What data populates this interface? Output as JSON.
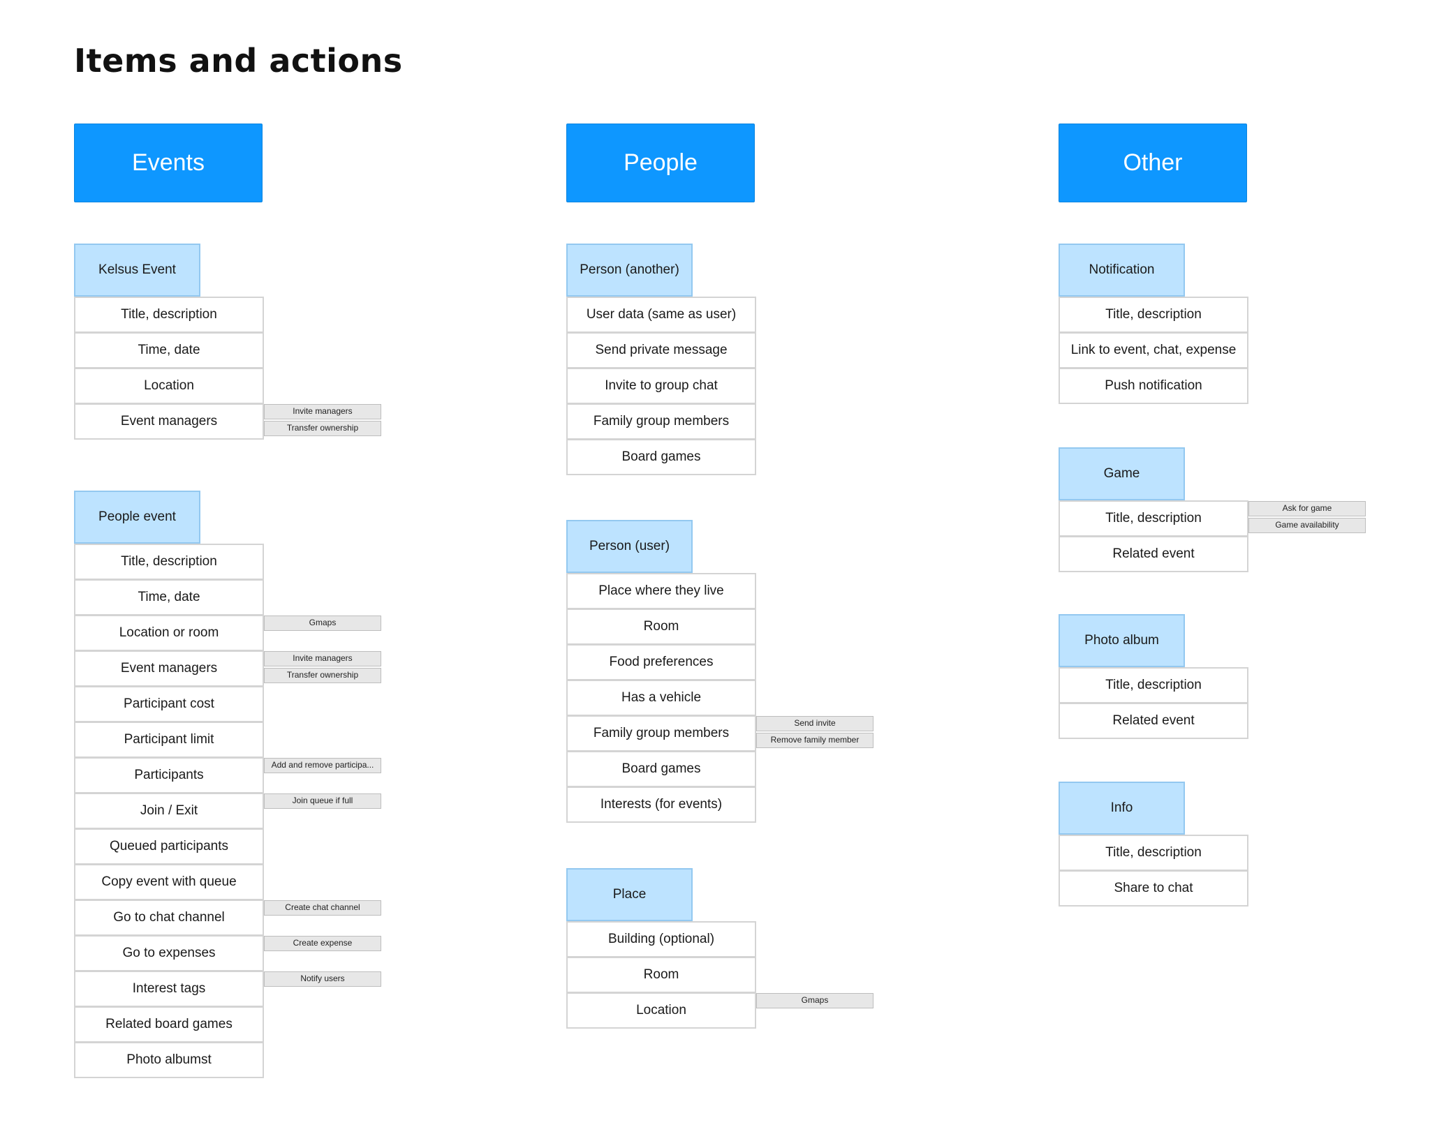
{
  "title": "Items and actions",
  "columns": [
    {
      "header": "Events",
      "groups": [
        {
          "title": "Kelsus Event",
          "rows": [
            {
              "label": "Title, description",
              "actions": []
            },
            {
              "label": "Time, date",
              "actions": []
            },
            {
              "label": "Location",
              "actions": []
            },
            {
              "label": "Event managers",
              "actions": [
                "Invite managers",
                "Transfer ownership"
              ]
            }
          ]
        },
        {
          "title": "People event",
          "rows": [
            {
              "label": "Title, description",
              "actions": []
            },
            {
              "label": "Time, date",
              "actions": []
            },
            {
              "label": "Location or room",
              "actions": [
                "Gmaps"
              ]
            },
            {
              "label": "Event managers",
              "actions": [
                "Invite managers",
                "Transfer ownership"
              ]
            },
            {
              "label": "Participant cost",
              "actions": []
            },
            {
              "label": "Participant limit",
              "actions": []
            },
            {
              "label": "Participants",
              "actions": [
                "Add and remove participa..."
              ]
            },
            {
              "label": "Join / Exit",
              "actions": [
                "Join queue if full"
              ]
            },
            {
              "label": "Queued participants",
              "actions": []
            },
            {
              "label": "Copy event with queue",
              "actions": []
            },
            {
              "label": "Go to chat channel",
              "actions": [
                "Create chat channel"
              ]
            },
            {
              "label": "Go to expenses",
              "actions": [
                "Create expense"
              ]
            },
            {
              "label": "Interest tags",
              "actions": [
                "Notify users"
              ]
            },
            {
              "label": "Related board games",
              "actions": []
            },
            {
              "label": "Photo albumst",
              "actions": []
            }
          ]
        }
      ]
    },
    {
      "header": "People",
      "groups": [
        {
          "title": "Person (another)",
          "rows": [
            {
              "label": "User data (same as user)",
              "actions": []
            },
            {
              "label": "Send private message",
              "actions": []
            },
            {
              "label": "Invite to group chat",
              "actions": []
            },
            {
              "label": "Family group members",
              "actions": []
            },
            {
              "label": "Board games",
              "actions": []
            }
          ]
        },
        {
          "title": "Person (user)",
          "rows": [
            {
              "label": "Place where they live",
              "actions": []
            },
            {
              "label": "Room",
              "actions": []
            },
            {
              "label": "Food preferences",
              "actions": []
            },
            {
              "label": "Has a vehicle",
              "actions": []
            },
            {
              "label": "Family group members",
              "actions": [
                "Send invite",
                "Remove family member"
              ]
            },
            {
              "label": "Board games",
              "actions": []
            },
            {
              "label": "Interests (for events)",
              "actions": []
            }
          ]
        },
        {
          "title": "Place",
          "rows": [
            {
              "label": "Building (optional)",
              "actions": []
            },
            {
              "label": "Room",
              "actions": []
            },
            {
              "label": "Location",
              "actions": [
                "Gmaps"
              ]
            }
          ]
        }
      ]
    },
    {
      "header": "Other",
      "groups": [
        {
          "title": "Notification",
          "rows": [
            {
              "label": "Title, description",
              "actions": []
            },
            {
              "label": "Link to event, chat, expense",
              "actions": []
            },
            {
              "label": "Push notification",
              "actions": []
            }
          ]
        },
        {
          "title": "Game",
          "rows": [
            {
              "label": "Title, description",
              "actions": [
                "Ask for game",
                "Game availability"
              ]
            },
            {
              "label": "Related event",
              "actions": []
            }
          ]
        },
        {
          "title": "Photo album",
          "rows": [
            {
              "label": "Title, description",
              "actions": []
            },
            {
              "label": "Related event",
              "actions": []
            }
          ]
        },
        {
          "title": "Info",
          "rows": [
            {
              "label": "Title, description",
              "actions": []
            },
            {
              "label": "Share to chat",
              "actions": []
            }
          ]
        }
      ]
    }
  ]
}
